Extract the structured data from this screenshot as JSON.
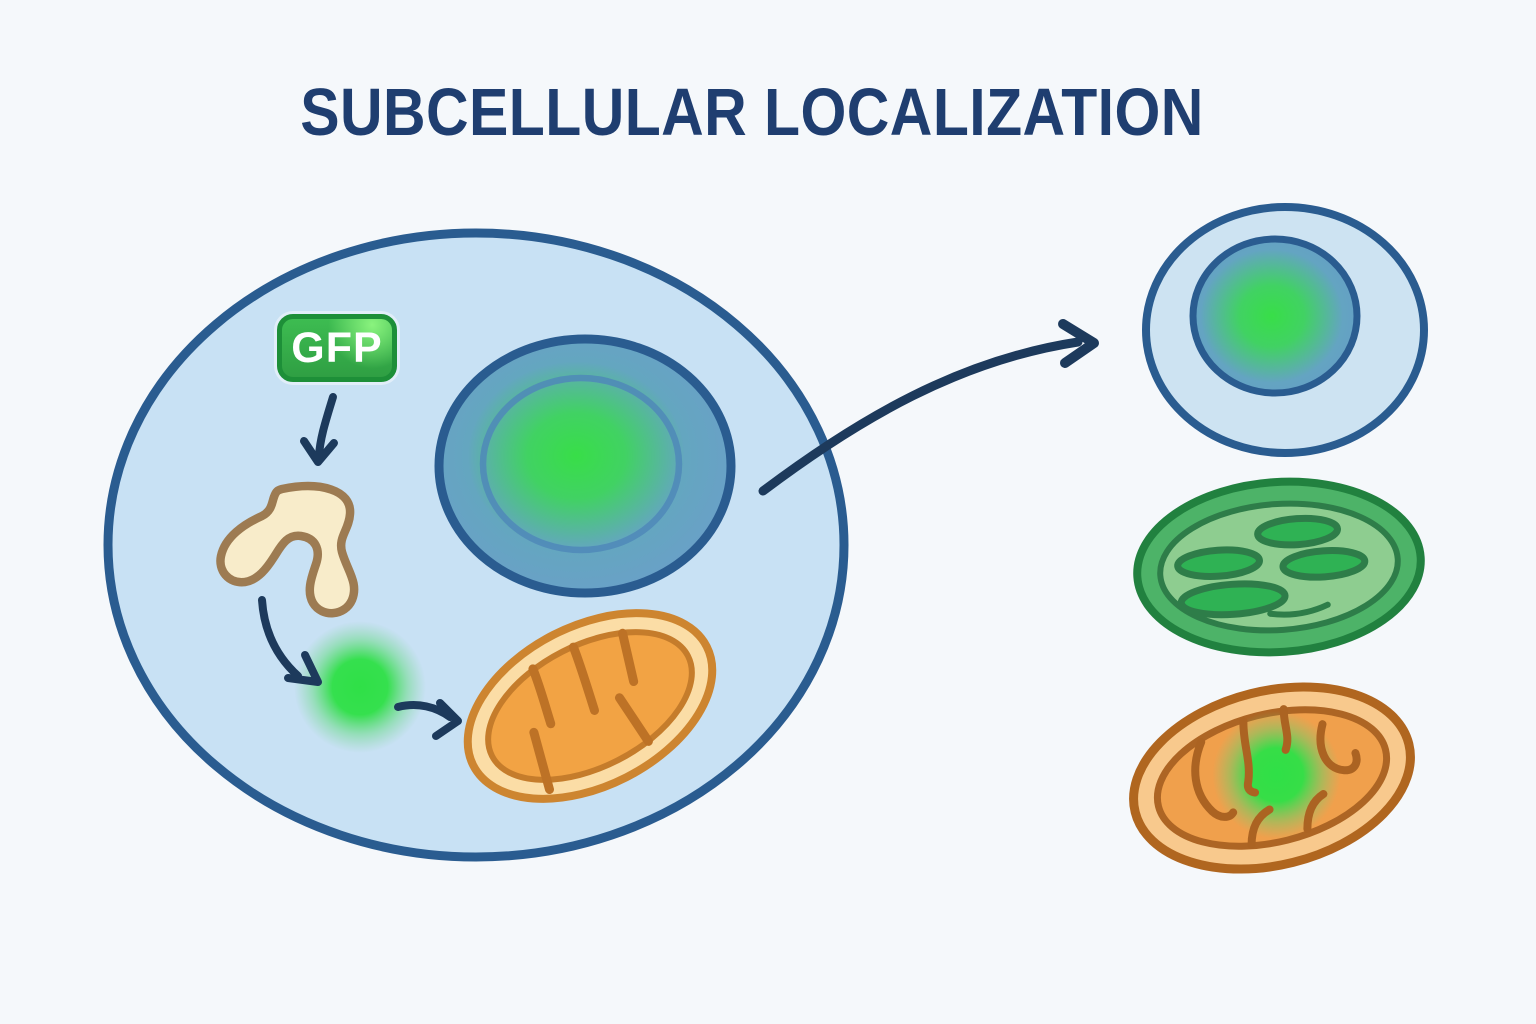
{
  "title": "SUBCELLULAR LOCALIZATION",
  "gfp": {
    "label": "GFP"
  },
  "palette": {
    "background": "#f5f8fb",
    "title_navy": "#1f3e70",
    "arrow_navy": "#1d3a5c",
    "cell_fill": "#c8e1f4",
    "cell_border": "#2a5c90",
    "nucleus_fill": "#6b9fc9",
    "nucleus_inner_ring": "#4f88b8",
    "gfp_green": "#2f9f43",
    "gfp_border_green": "#1d8f38",
    "glow_green": "#2fe047",
    "er_fill": "#f8ecca",
    "er_border": "#9d7b52",
    "mito_band": "#fbdda6",
    "mito_fill": "#f2a344",
    "mito_border": "#c8802d",
    "chloroplast_fill": "#4db368",
    "chloroplast_inner": "#8ecd90",
    "chloroplast_border": "#21813f",
    "thylakoid_fill": "#2fb254"
  },
  "organelles": {
    "main_cell": [
      "gfp-tag",
      "nucleus-with-gfp-glow",
      "er-golgi-blob",
      "gfp-protein-dot",
      "mitochondrion"
    ],
    "target_panel": [
      "cell-with-nuclear-gfp",
      "chloroplast",
      "mitochondrion-with-gfp-glow"
    ]
  }
}
